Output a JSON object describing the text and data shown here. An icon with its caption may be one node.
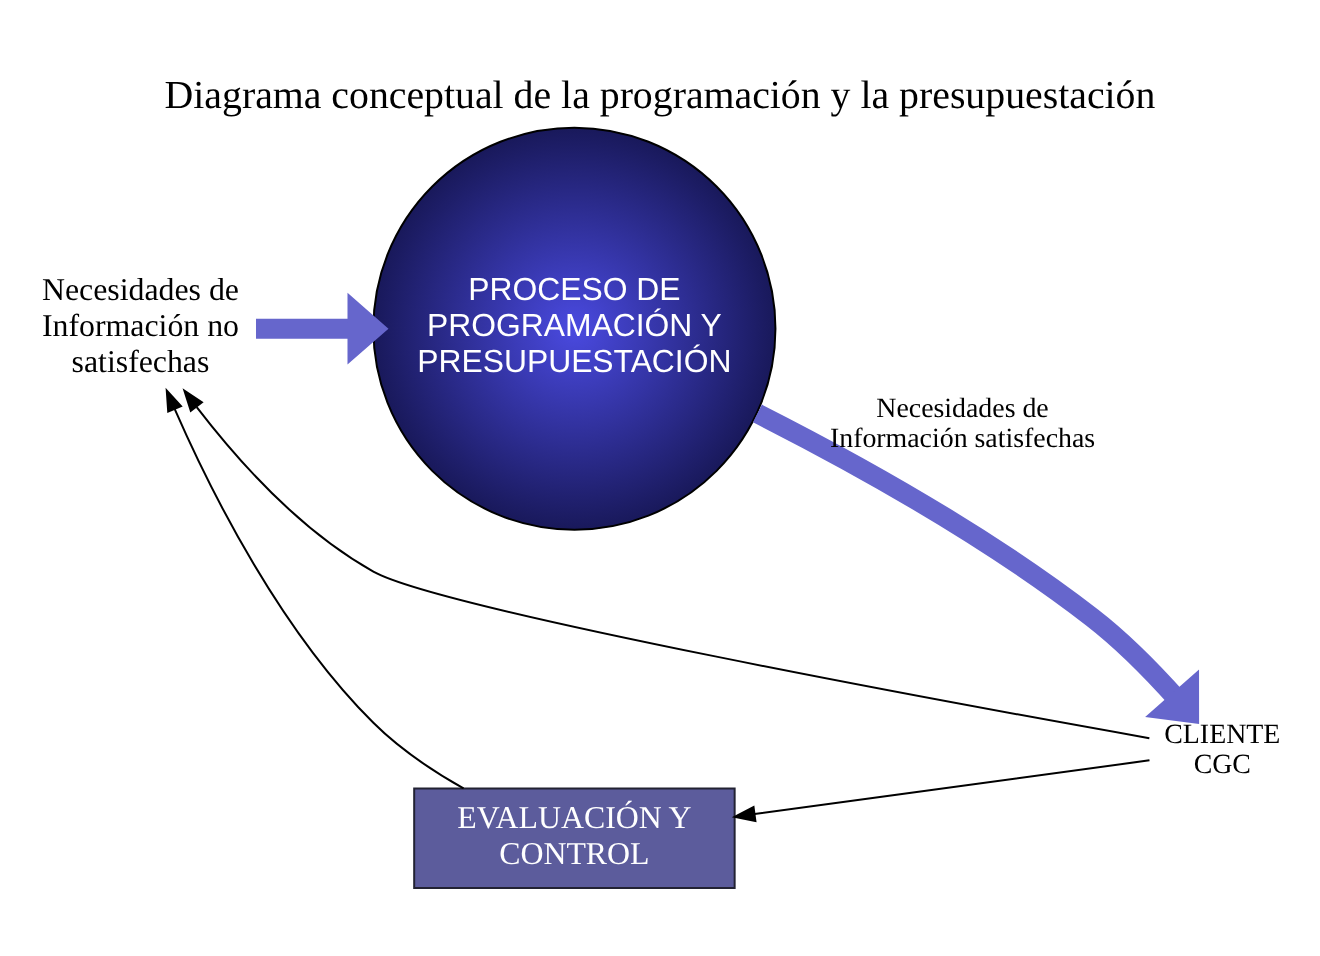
{
  "diagram": {
    "title": "Diagrama conceptual de la programación y la presupuestación",
    "nodes": [
      {
        "text": [
          "Necesidades de Información no satisfechas"
        ]
      },
      {
        "text": [
          "PROCESO DE PROGRAMACIÓN Y PRESUPUESTACIÓN"
        ]
      },
      {
        "text": [
          "CLIENTE CGC"
        ]
      },
      {
        "text": [
          "EVALUACIÓN Y CONTROL"
        ]
      }
    ],
    "edges": [
      {
        "from": 0,
        "to": 1,
        "arrow": "to",
        "style": "thick",
        "color": "#6666cc"
      },
      {
        "from": 1,
        "to": 2,
        "arrow": "to",
        "style": "thick",
        "color": "#6666cc",
        "label": "Necesidades de Información satisfechas"
      },
      {
        "from": 2,
        "to": 0,
        "arrow": "to"
      },
      {
        "from": 2,
        "to": 3,
        "arrow": "to"
      },
      {
        "from": 3,
        "to": 0,
        "arrow": "to"
      }
    ]
  }
}
